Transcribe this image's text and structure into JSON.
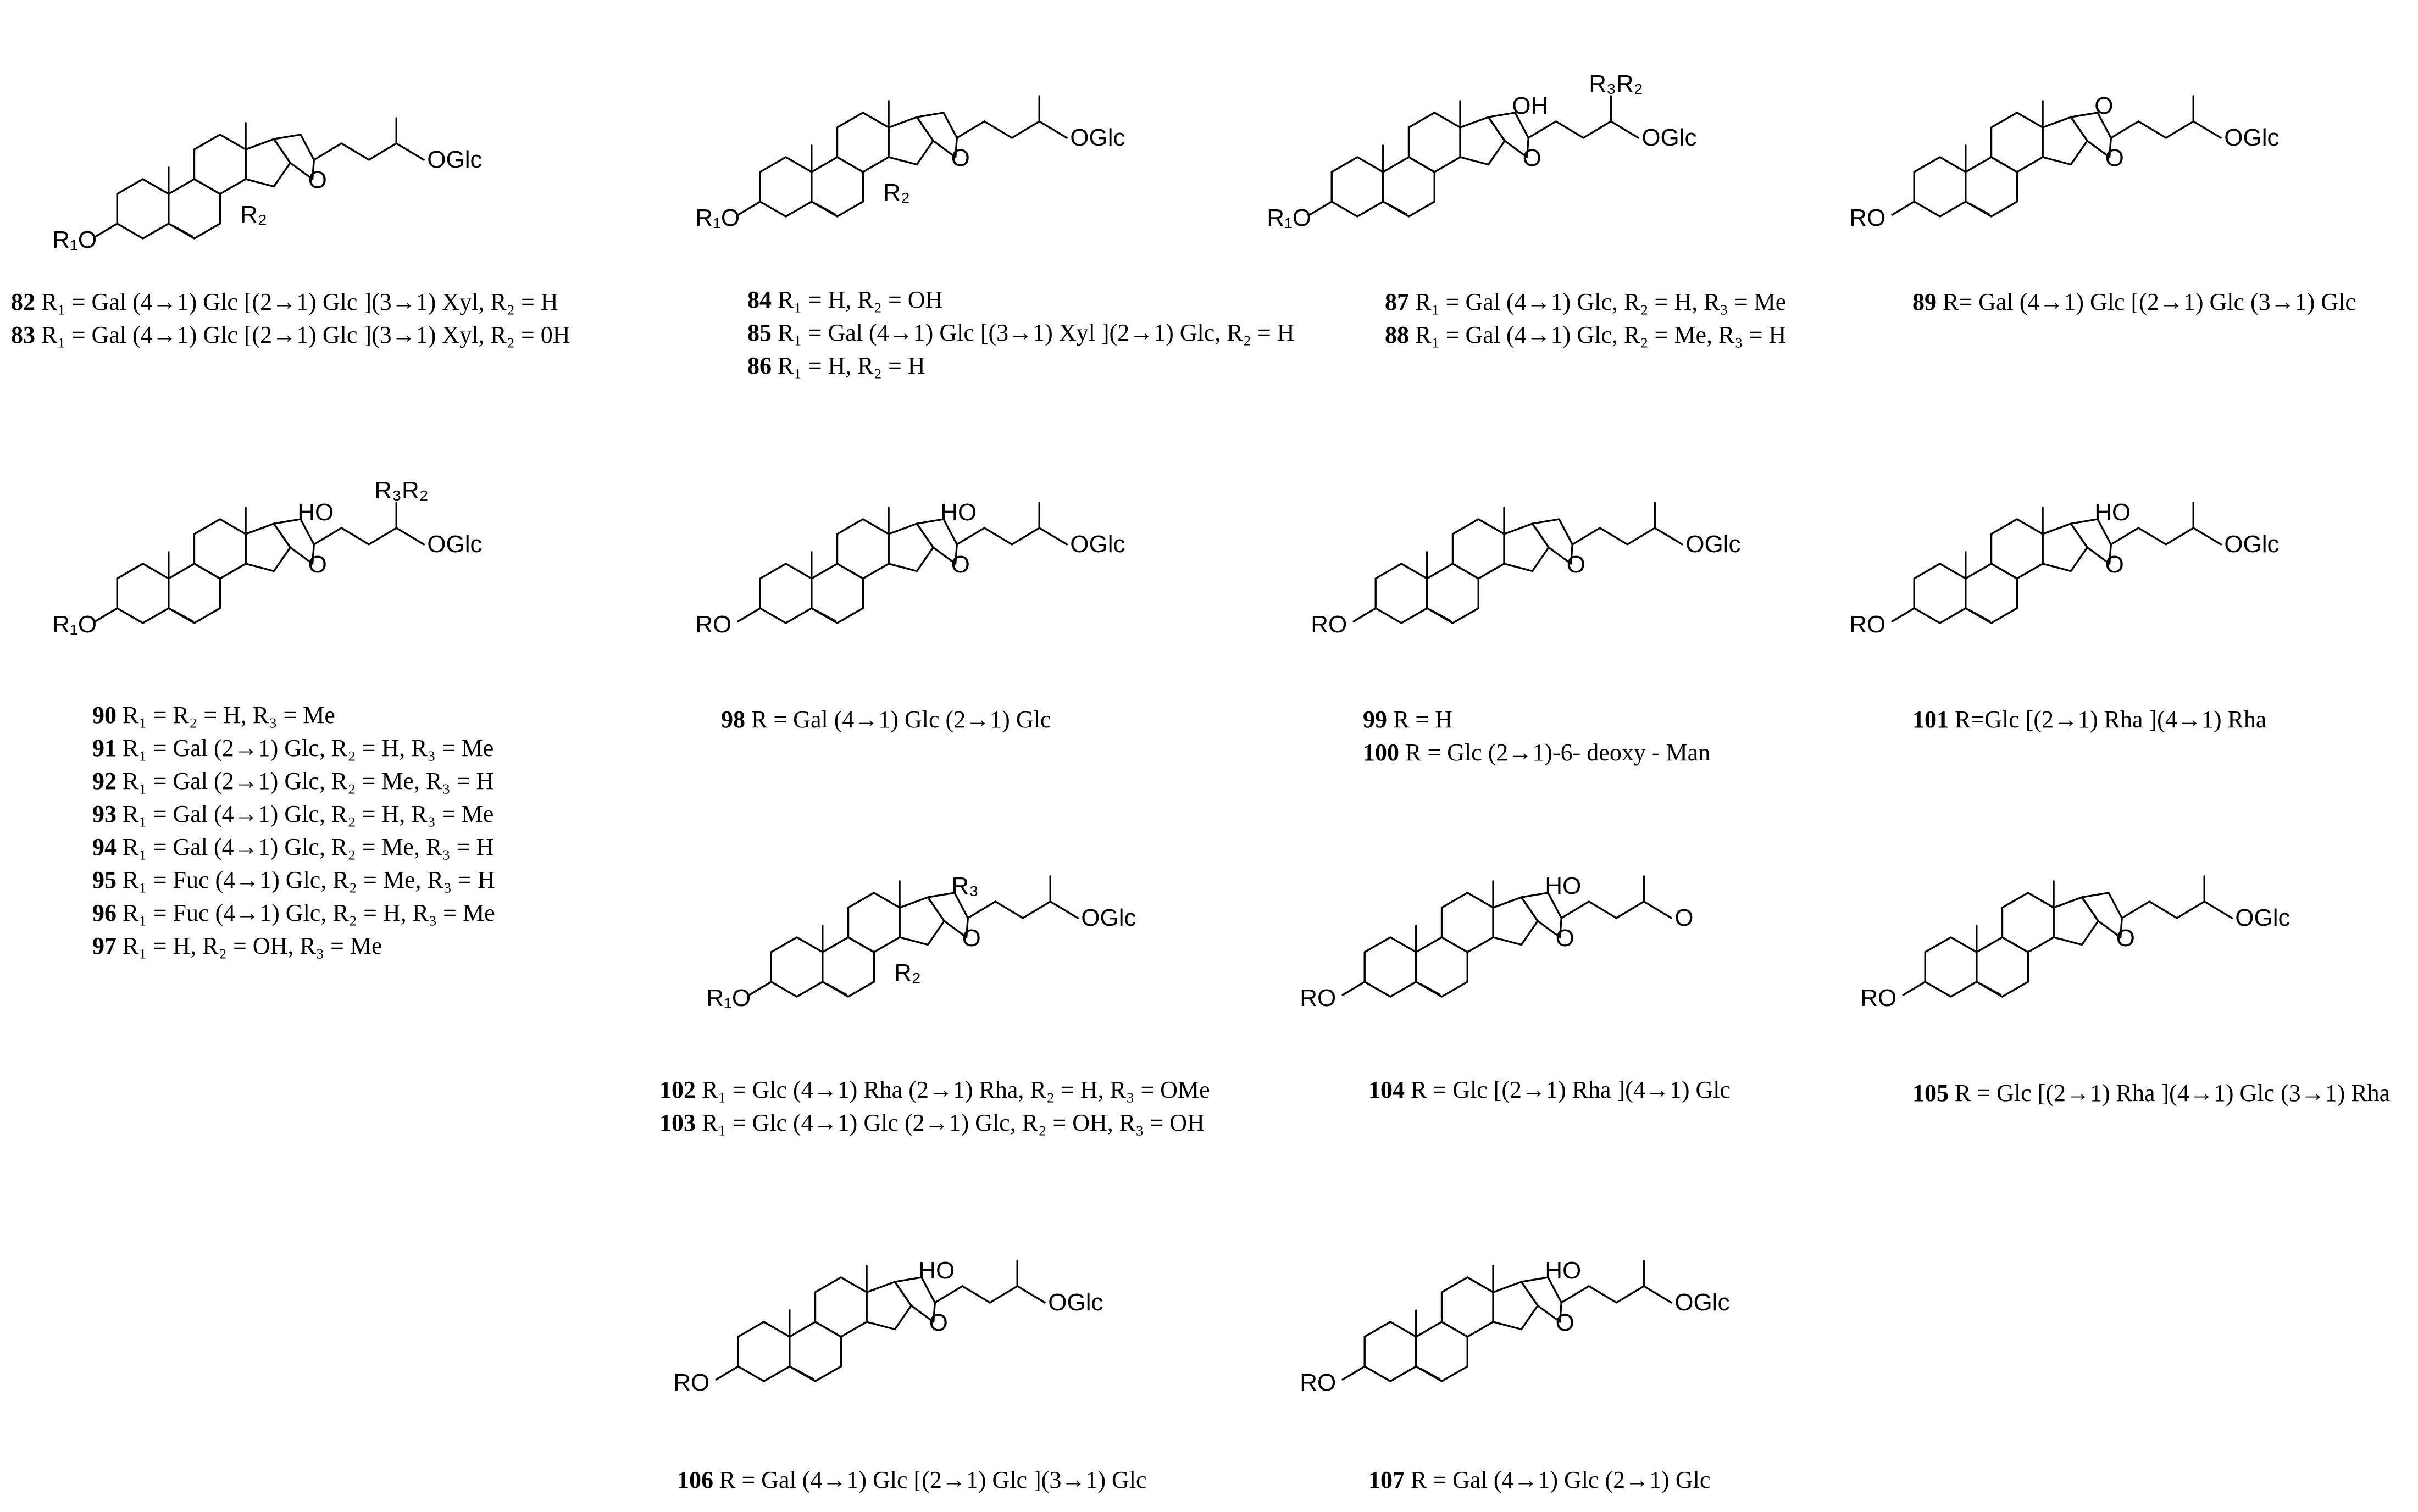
{
  "groups": [
    {
      "lines": [
        {
          "num": "82",
          "text": "R₁ = Gal (4→1) Glc [(2→1) Glc ](3→1) Xyl, R₂ = H"
        },
        {
          "num": "83",
          "text": "R₁ = Gal (4→1) Glc [(2→1) Glc ](3→1) Xyl, R₂ = 0H"
        }
      ],
      "labels": {
        "sub": "OGlc",
        "oh": "",
        "ro": "R₁O",
        "r2": "R₂",
        "r3r2": "",
        "ring_o": "O"
      }
    },
    {
      "lines": [
        {
          "num": "84",
          "text": "R₁ = H, R₂ = OH"
        },
        {
          "num": "85",
          "text": "R₁ = Gal (4→1) Glc [(3→1) Xyl ](2→1) Glc, R₂ = H"
        },
        {
          "num": "86",
          "text": "R₁ = H, R₂ = H"
        }
      ],
      "labels": {
        "sub": "OGlc",
        "oh": "",
        "ro": "R₁O",
        "r2": "R₂",
        "r3r2": "",
        "ring_o": "O"
      }
    },
    {
      "lines": [
        {
          "num": "87",
          "text": "R₁ = Gal (4→1) Glc, R₂ = H, R₃ = Me"
        },
        {
          "num": "88",
          "text": "R₁ = Gal (4→1) Glc, R₂ = Me, R₃ = H"
        }
      ],
      "labels": {
        "sub": "OGlc",
        "oh": "OH",
        "ro": "R₁O",
        "r2": "",
        "r3r2": "R₃R₂",
        "ring_o": "O"
      }
    },
    {
      "lines": [
        {
          "num": "89",
          "text": "R= Gal (4→1) Glc [(2→1) Glc (3→1) Glc"
        }
      ],
      "labels": {
        "sub": "OGlc",
        "oh": "O",
        "ro": "RO",
        "r2": "",
        "r3r2": "",
        "ring_o": "O"
      }
    },
    {
      "lines": [
        {
          "num": "90",
          "text": "R₁ = R₂ = H, R₃ = Me"
        },
        {
          "num": "91",
          "text": "R₁ = Gal (2→1) Glc, R₂ = H, R₃ = Me"
        },
        {
          "num": "92",
          "text": "R₁ = Gal (2→1) Glc, R₂ = Me, R₃ = H"
        },
        {
          "num": "93",
          "text": "R₁ = Gal (4→1) Glc, R₂ = H, R₃ = Me"
        },
        {
          "num": "94",
          "text": "R₁ = Gal (4→1) Glc, R₂ = Me, R₃ = H"
        },
        {
          "num": "95",
          "text": "R₁ = Fuc (4→1) Glc, R₂ = Me, R₃ = H"
        },
        {
          "num": "96",
          "text": "R₁ = Fuc (4→1) Glc, R₂ = H, R₃ = Me"
        },
        {
          "num": "97",
          "text": "R₁ = H, R₂ = OH, R₃ = Me"
        }
      ],
      "labels": {
        "sub": "OGlc",
        "oh": "HO",
        "ro": "R₁O",
        "r2": "",
        "r3r2": "R₃R₂",
        "ring_o": "O"
      }
    },
    {
      "lines": [
        {
          "num": "98",
          "text": "R = Gal (4→1) Glc (2→1) Glc"
        }
      ],
      "labels": {
        "sub": "OGlc",
        "oh": "HO",
        "ro": "RO",
        "r2": "",
        "r3r2": "",
        "ring_o": "O"
      }
    },
    {
      "lines": [
        {
          "num": "99",
          "text": " R = H"
        },
        {
          "num": "100",
          "text": "R = Glc (2→1)-6- deoxy - Man"
        }
      ],
      "labels": {
        "sub": "OGlc",
        "oh": "",
        "ro": "RO",
        "r2": "",
        "r3r2": "",
        "ring_o": "O"
      }
    },
    {
      "lines": [
        {
          "num": "101",
          "text": "R=Glc [(2→1) Rha ](4→1) Rha"
        }
      ],
      "labels": {
        "sub": "OGlc",
        "oh": "HO",
        "ro": "RO",
        "r2": "",
        "r3r2": "",
        "ring_o": "O"
      }
    },
    {
      "lines": [
        {
          "num": "102",
          "text": "R₁ = Glc (4→1) Rha (2→1) Rha, R₂ = H, R₃ = OMe"
        },
        {
          "num": "103",
          "text": "R₁ = Glc (4→1) Glc (2→1) Glc, R₂ = OH, R₃ = OH"
        }
      ],
      "labels": {
        "sub": "OGlc",
        "oh": "R₃",
        "ro": "R₁O",
        "r2": "R₂",
        "r3r2": "",
        "ring_o": "O"
      }
    },
    {
      "lines": [
        {
          "num": "104",
          "text": "R = Glc [(2→1) Rha ](4→1) Glc"
        }
      ],
      "labels": {
        "sub": "O",
        "oh": "HO",
        "ro": "RO",
        "r2": "",
        "r3r2": "",
        "ring_o": "O"
      }
    },
    {
      "lines": [
        {
          "num": "105",
          "text": "R = Glc [(2→1) Rha ](4→1) Glc (3→1) Rha"
        }
      ],
      "labels": {
        "sub": "OGlc",
        "oh": "",
        "ro": "RO",
        "r2": "",
        "r3r2": "",
        "ring_o": "O"
      }
    },
    {
      "lines": [
        {
          "num": "106",
          "text": "R = Gal (4→1) Glc [(2→1) Glc ](3→1) Glc"
        }
      ],
      "labels": {
        "sub": "OGlc",
        "oh": "HO",
        "ro": "RO",
        "r2": "",
        "r3r2": "",
        "ring_o": "O"
      }
    },
    {
      "lines": [
        {
          "num": "107",
          "text": "R = Gal (4→1) Glc (2→1) Glc"
        }
      ],
      "labels": {
        "sub": "OGlc",
        "oh": "HO",
        "ro": "RO",
        "r2": "",
        "r3r2": "",
        "ring_o": "O"
      }
    }
  ]
}
